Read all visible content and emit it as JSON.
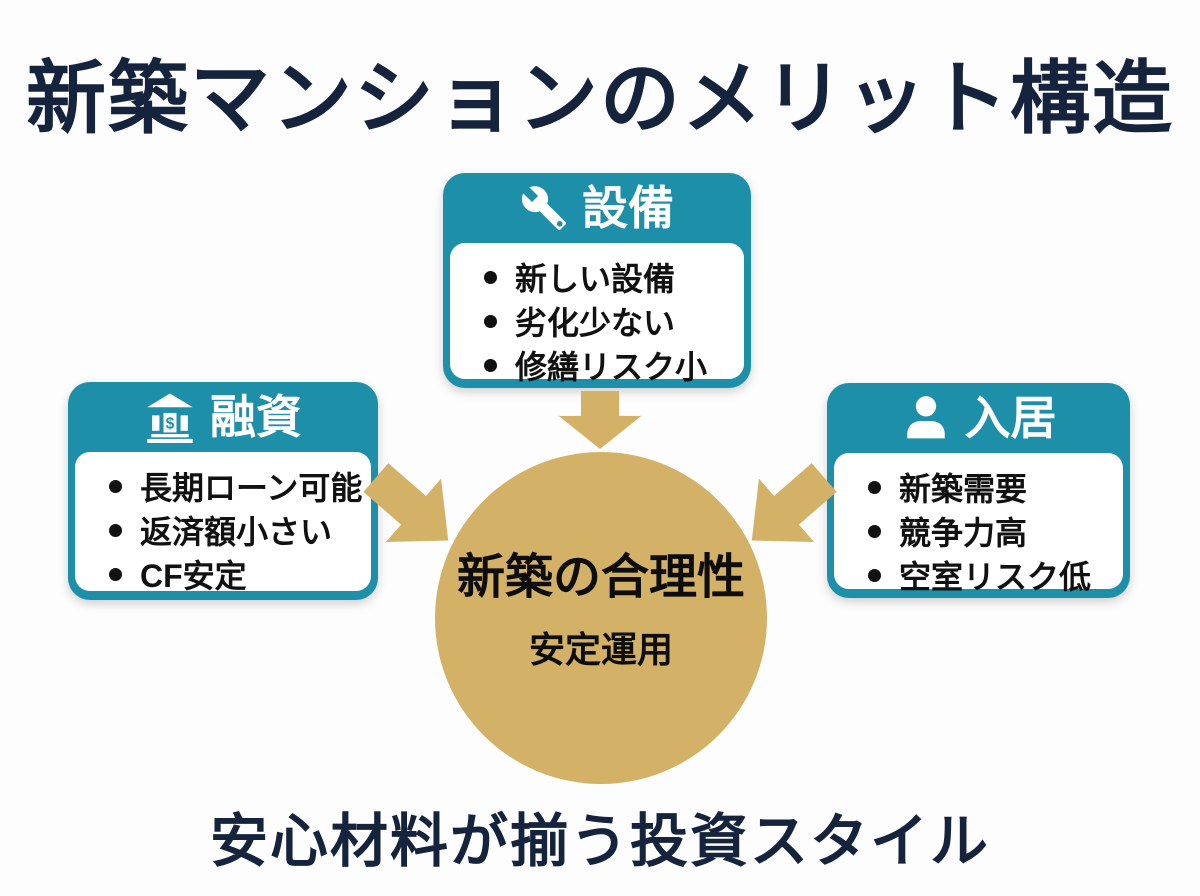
{
  "title": "新築マンションのメリット構造",
  "footer": "安心材料が揃う投資スタイル",
  "center": {
    "line1": "新築の合理性",
    "line2": "安定運用"
  },
  "cards": {
    "equipment": {
      "icon": "wrench-icon",
      "title": "設備",
      "items": [
        "新しい設備",
        "劣化少ない",
        "修繕リスク小"
      ]
    },
    "financing": {
      "icon": "bank-icon",
      "title": "融資",
      "items": [
        "長期ローン可能",
        "返済額小さい",
        "CF安定"
      ]
    },
    "occupancy": {
      "icon": "person-icon",
      "title": "入居",
      "items": [
        "新築需要",
        "競争力高",
        "空室リスク低"
      ]
    }
  },
  "colors": {
    "teal": "#1e8fa8",
    "gold": "#d3b267",
    "navy": "#15233c",
    "text_black": "#111111",
    "white": "#ffffff"
  }
}
